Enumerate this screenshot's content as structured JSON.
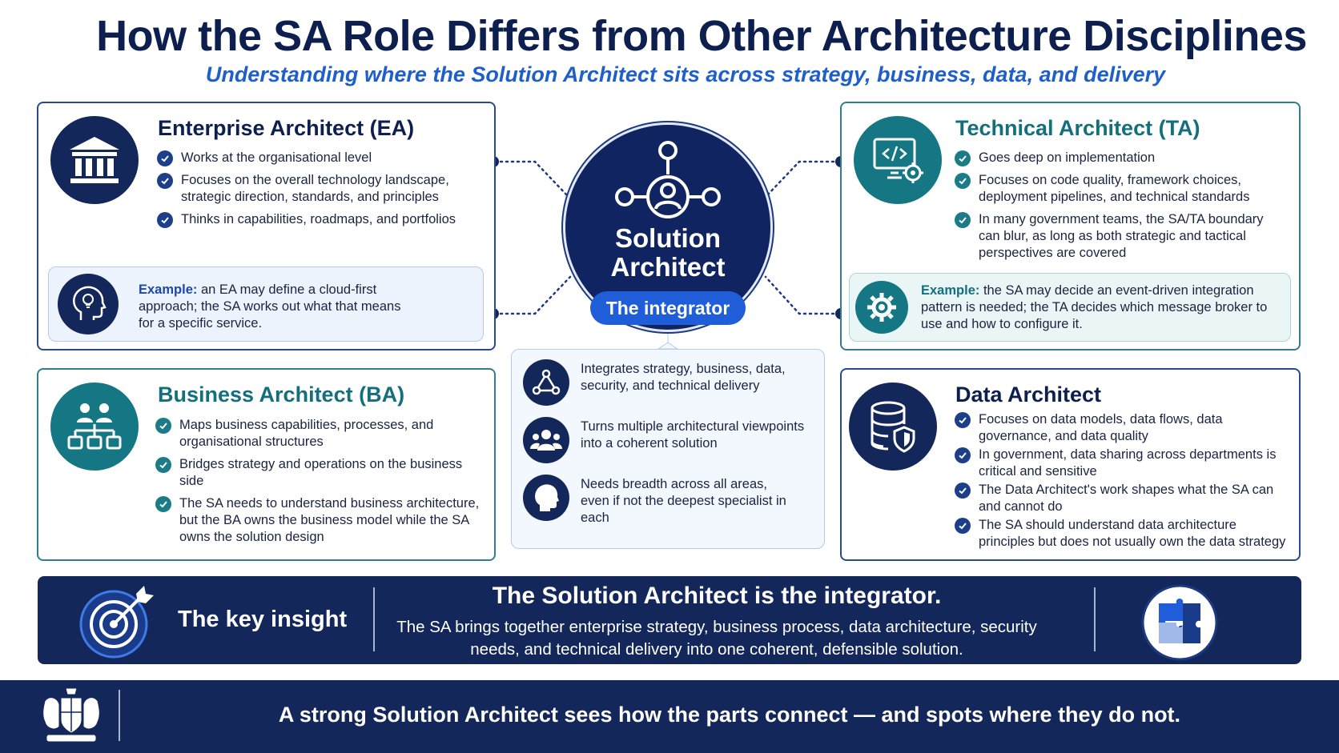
{
  "header": {
    "title": "How the SA Role Differs from Other Architecture Disciplines",
    "subtitle": "Understanding where the Solution Architect sits across strategy, business, data, and delivery"
  },
  "colors": {
    "navy": "#13275a",
    "teal": "#157784",
    "blue_accent": "#1f5ed8"
  },
  "center": {
    "title_line1": "Solution",
    "title_line2": "Architect",
    "tag": "The integrator",
    "items": [
      {
        "icon": "network-nodes-icon",
        "text": "Integrates strategy, business, data, security, and technical delivery"
      },
      {
        "icon": "team-group-icon",
        "text": "Turns multiple architectural viewpoints into a coherent solution"
      },
      {
        "icon": "head-profile-icon",
        "text": "Needs breadth across all areas, even if not the deepest specialist in each"
      }
    ]
  },
  "ea": {
    "icon": "institution-building-icon",
    "title": "Enterprise Architect (EA)",
    "bullets": [
      "Works at the organisational level",
      "Focuses on the overall technology landscape, strategic direction, standards, and principles",
      "Thinks in capabilities, roadmaps, and portfolios"
    ],
    "example_label": "Example:",
    "example_text": " an EA may define a cloud-first approach; the SA works out what that means for a specific service."
  },
  "ta": {
    "icon": "code-monitor-gear-icon",
    "title": "Technical Architect (TA)",
    "bullets": [
      "Goes deep on implementation",
      "Focuses on code quality, framework choices, deployment pipelines, and technical standards",
      "In many government teams, the SA/TA boundary can blur, as long as both strategic and tactical perspectives are covered"
    ],
    "example_label": "Example:",
    "example_text": " the SA may decide an event-driven integration pattern is needed; the TA decides which message broker to use and how to configure it."
  },
  "ba": {
    "icon": "org-chart-icon",
    "title": "Business Architect (BA)",
    "bullets": [
      "Maps business capabilities, processes, and organisational structures",
      "Bridges strategy and operations on the business side",
      "The SA needs to understand business architecture, but the BA owns the business model while the SA owns the solution design"
    ]
  },
  "da": {
    "icon": "database-shield-icon",
    "title": "Data Architect",
    "bullets": [
      "Focuses on data models, data flows, data governance, and data quality",
      "In government, data sharing across departments is critical and sensitive",
      "The Data Architect's work shapes what the SA can and cannot do",
      "The SA should understand data architecture principles but does not usually own the data strategy"
    ]
  },
  "insight": {
    "label": "The key insight",
    "heading": "The Solution Architect is the integrator.",
    "body": "The SA brings together enterprise strategy, business process, data architecture, security needs, and technical delivery into one coherent, defensible solution."
  },
  "footer": {
    "crest_icon": "royal-crest-icon",
    "text": "A strong Solution Architect sees how the parts connect — and spots where they do not."
  }
}
